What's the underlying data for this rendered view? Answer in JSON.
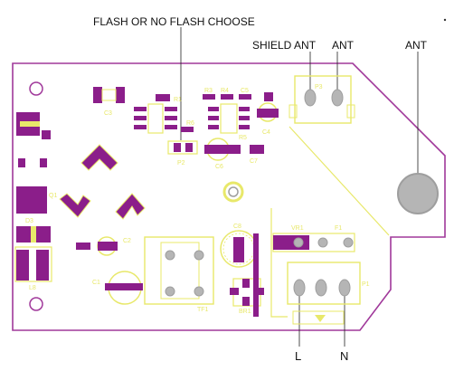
{
  "callouts": {
    "flash": "FLASH OR NO FLASH CHOOSE",
    "shield_ant": "SHIELD ANT",
    "ant_left": "ANT",
    "ant_right": "ANT",
    "line": "L",
    "neutral": "N"
  },
  "designators": {
    "c1": "C1",
    "c2": "C2",
    "c3": "C3",
    "c4": "C4",
    "c5": "C5",
    "c6": "C6",
    "c7": "C7",
    "c8": "C8",
    "c9": "C9",
    "d3": "D3",
    "l8": "L8",
    "p1": "P1",
    "p2": "P2",
    "p3": "P3",
    "r1": "R1",
    "r3": "R3",
    "r4": "R4",
    "r5": "R5",
    "r6": "R6",
    "vr1": "VR1",
    "f1": "F1",
    "tf1": "TF1",
    "br1": "BR1",
    "q1": "Q1"
  },
  "colors": {
    "outline": "#a0389a",
    "pad_purple": "#8b1e8a",
    "silkscreen": "#e8e86a",
    "hole_grey": "#9e9e9e",
    "hole_fill": "#b5b5b5"
  }
}
